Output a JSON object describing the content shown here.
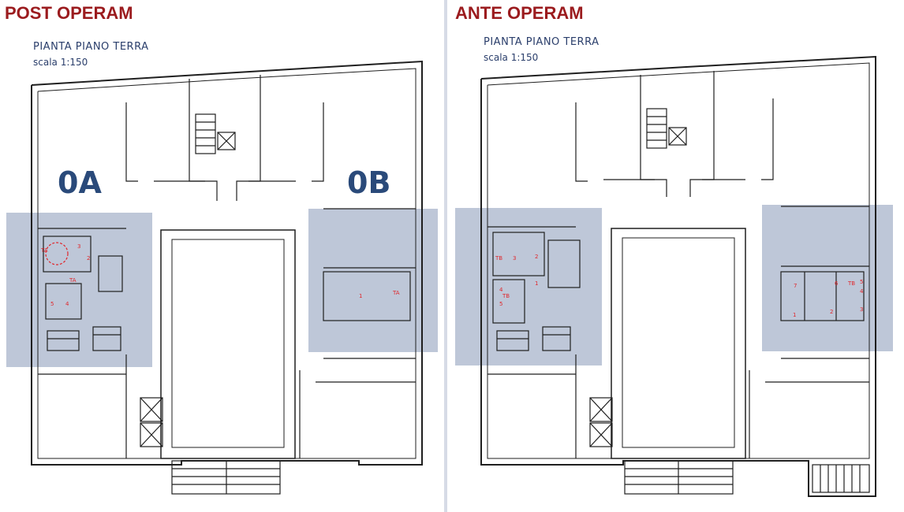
{
  "left": {
    "heading": "POST OPERAM",
    "plan_title": "PIANTA PIANO TERRA",
    "scale": "scala 1:150",
    "zone_a": "0A",
    "zone_b": "0B",
    "labels": [
      "TA",
      "TA",
      "TA",
      "1",
      "2",
      "3",
      "4",
      "5"
    ]
  },
  "right": {
    "heading": "ANTE OPERAM",
    "plan_title": "PIANTA PIANO TERRA",
    "scale": "scala 1:150",
    "labels": [
      "1",
      "2",
      "3",
      "4",
      "5",
      "TB",
      "TB",
      "1",
      "2",
      "3",
      "4",
      "5",
      "6",
      "7",
      "TB"
    ]
  },
  "colors": {
    "heading": "#9b1b1e",
    "title": "#2a3e6b",
    "highlight": "#b3bdd1",
    "wall": "#1f1f1f",
    "note": "#e0262b"
  }
}
